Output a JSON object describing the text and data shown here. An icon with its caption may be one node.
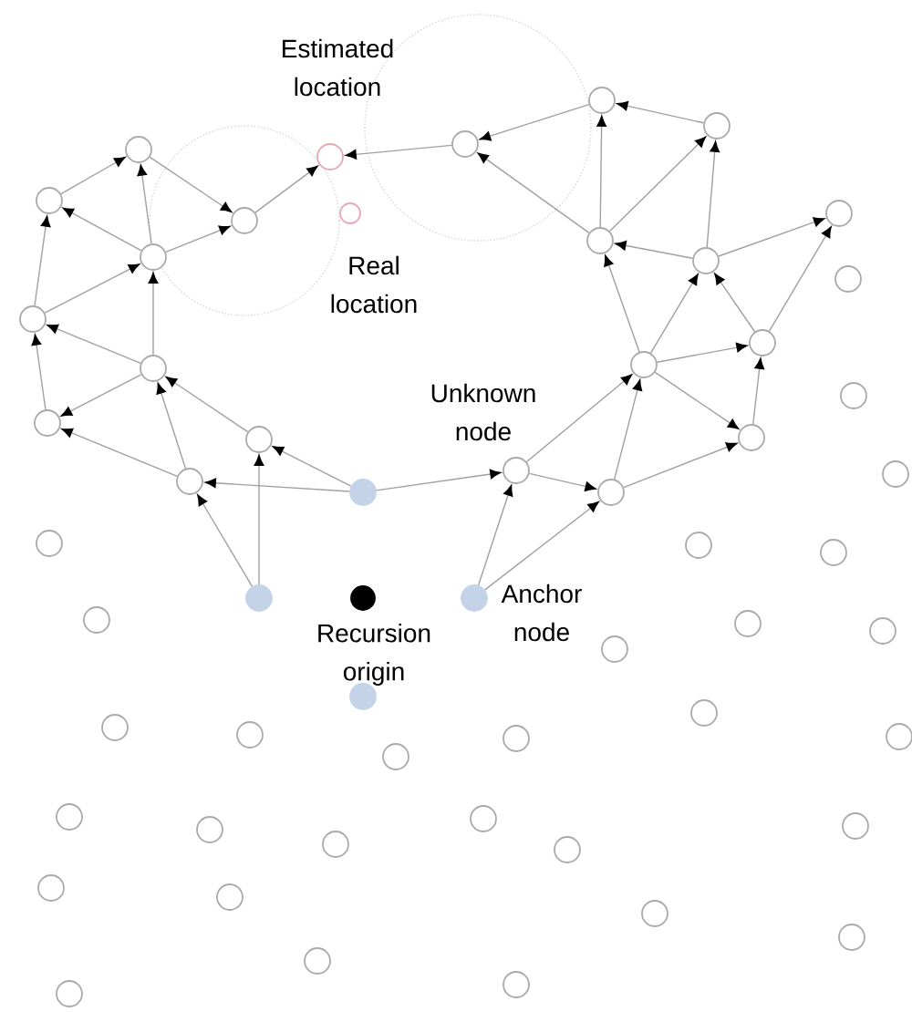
{
  "diagram": {
    "nodes": [
      {
        "text": [],
        "shape": "circle"
      },
      {
        "text": [],
        "shape": "circle"
      },
      {
        "text": [],
        "shape": "circle"
      },
      {
        "text": [],
        "shape": "circle"
      },
      {
        "text": [],
        "shape": "circle",
        "beside": [
          "Estimated location"
        ]
      },
      {
        "text": [],
        "shape": "circle"
      },
      {
        "text": [],
        "shape": "circle",
        "beside": [
          "Real location"
        ]
      },
      {
        "text": [],
        "shape": "circle"
      },
      {
        "text": [],
        "shape": "circle"
      },
      {
        "text": [],
        "shape": "circle"
      },
      {
        "text": [],
        "shape": "circle"
      },
      {
        "text": [],
        "shape": "circle"
      },
      {
        "text": [],
        "shape": "circle"
      },
      {
        "text": [],
        "shape": "circle"
      },
      {
        "text": [],
        "shape": "circle"
      },
      {
        "text": [],
        "shape": "circle"
      },
      {
        "text": [],
        "shape": "circle"
      },
      {
        "text": [],
        "shape": "circle"
      },
      {
        "text": [],
        "shape": "circle"
      },
      {
        "text": [],
        "shape": "circle"
      },
      {
        "text": [],
        "shape": "circle"
      },
      {
        "text": [],
        "shape": "circle",
        "beside": [
          "Unknown node"
        ]
      },
      {
        "text": [],
        "shape": "circle"
      },
      {
        "text": [],
        "shape": "circle"
      },
      {
        "text": [],
        "shape": "circle"
      },
      {
        "text": [],
        "shape": "circle"
      },
      {
        "text": [],
        "shape": "circle"
      },
      {
        "text": [],
        "shape": "circle"
      },
      {
        "text": [],
        "shape": "circle"
      },
      {
        "text": [],
        "shape": "circle"
      },
      {
        "text": [],
        "shape": "circle",
        "beside": [
          "Recursion origin"
        ]
      },
      {
        "text": [],
        "shape": "circle",
        "beside": [
          "Anchor node"
        ]
      },
      {
        "text": [],
        "shape": "circle"
      },
      {
        "text": [],
        "shape": "circle"
      },
      {
        "text": [],
        "shape": "circle"
      },
      {
        "text": [],
        "shape": "circle"
      },
      {
        "text": [],
        "shape": "circle"
      },
      {
        "text": [],
        "shape": "circle"
      },
      {
        "text": [],
        "shape": "circle"
      },
      {
        "text": [],
        "shape": "circle"
      },
      {
        "text": [],
        "shape": "circle"
      },
      {
        "text": [],
        "shape": "circle"
      },
      {
        "text": [],
        "shape": "circle"
      },
      {
        "text": [],
        "shape": "circle"
      },
      {
        "text": [],
        "shape": "circle"
      },
      {
        "text": [],
        "shape": "circle"
      },
      {
        "text": [],
        "shape": "circle"
      },
      {
        "text": [],
        "shape": "circle"
      },
      {
        "text": [],
        "shape": "circle"
      },
      {
        "text": [],
        "shape": "circle"
      },
      {
        "text": [],
        "shape": "circle"
      },
      {
        "text": [],
        "shape": "circle"
      },
      {
        "text": [],
        "shape": "circle"
      },
      {
        "text": [],
        "shape": "circle"
      },
      {
        "text": [],
        "shape": "circle"
      },
      {
        "text": [],
        "shape": "circle"
      }
    ],
    "edges": [
      {
        "from": 25,
        "to": 23,
        "arrow": "to"
      },
      {
        "from": 25,
        "to": 20,
        "arrow": "to"
      },
      {
        "from": 29,
        "to": 20,
        "arrow": "to"
      },
      {
        "from": 29,
        "to": 23,
        "arrow": "to"
      },
      {
        "from": 20,
        "to": 16,
        "arrow": "to"
      },
      {
        "from": 23,
        "to": 16,
        "arrow": "to"
      },
      {
        "from": 23,
        "to": 18,
        "arrow": "to"
      },
      {
        "from": 16,
        "to": 18,
        "arrow": "to"
      },
      {
        "from": 16,
        "to": 13,
        "arrow": "to"
      },
      {
        "from": 18,
        "to": 13,
        "arrow": "to"
      },
      {
        "from": 13,
        "to": 5,
        "arrow": "to"
      },
      {
        "from": 13,
        "to": 10,
        "arrow": "to"
      },
      {
        "from": 16,
        "to": 10,
        "arrow": "to"
      },
      {
        "from": 10,
        "to": 5,
        "arrow": "to"
      },
      {
        "from": 5,
        "to": 3,
        "arrow": "to"
      },
      {
        "from": 10,
        "to": 3,
        "arrow": "to"
      },
      {
        "from": 3,
        "to": 8,
        "arrow": "to"
      },
      {
        "from": 10,
        "to": 8,
        "arrow": "to"
      },
      {
        "from": 8,
        "to": 4,
        "arrow": "to"
      },
      {
        "from": 2,
        "to": 4,
        "arrow": "to"
      },
      {
        "from": 25,
        "to": 21,
        "arrow": "to"
      },
      {
        "from": 31,
        "to": 21,
        "arrow": "to"
      },
      {
        "from": 31,
        "to": 24,
        "arrow": "to"
      },
      {
        "from": 21,
        "to": 24,
        "arrow": "to"
      },
      {
        "from": 21,
        "to": 15,
        "arrow": "to"
      },
      {
        "from": 24,
        "to": 15,
        "arrow": "to"
      },
      {
        "from": 24,
        "to": 19,
        "arrow": "to"
      },
      {
        "from": 15,
        "to": 19,
        "arrow": "to"
      },
      {
        "from": 15,
        "to": 14,
        "arrow": "to"
      },
      {
        "from": 19,
        "to": 14,
        "arrow": "to"
      },
      {
        "from": 15,
        "to": 11,
        "arrow": "to"
      },
      {
        "from": 14,
        "to": 11,
        "arrow": "to"
      },
      {
        "from": 14,
        "to": 7,
        "arrow": "to"
      },
      {
        "from": 11,
        "to": 7,
        "arrow": "to"
      },
      {
        "from": 15,
        "to": 9,
        "arrow": "to"
      },
      {
        "from": 11,
        "to": 9,
        "arrow": "to"
      },
      {
        "from": 9,
        "to": 0,
        "arrow": "to"
      },
      {
        "from": 9,
        "to": 1,
        "arrow": "to"
      },
      {
        "from": 11,
        "to": 1,
        "arrow": "to"
      },
      {
        "from": 1,
        "to": 0,
        "arrow": "to"
      },
      {
        "from": 0,
        "to": 2,
        "arrow": "to"
      },
      {
        "from": 9,
        "to": 2,
        "arrow": "to"
      }
    ]
  }
}
